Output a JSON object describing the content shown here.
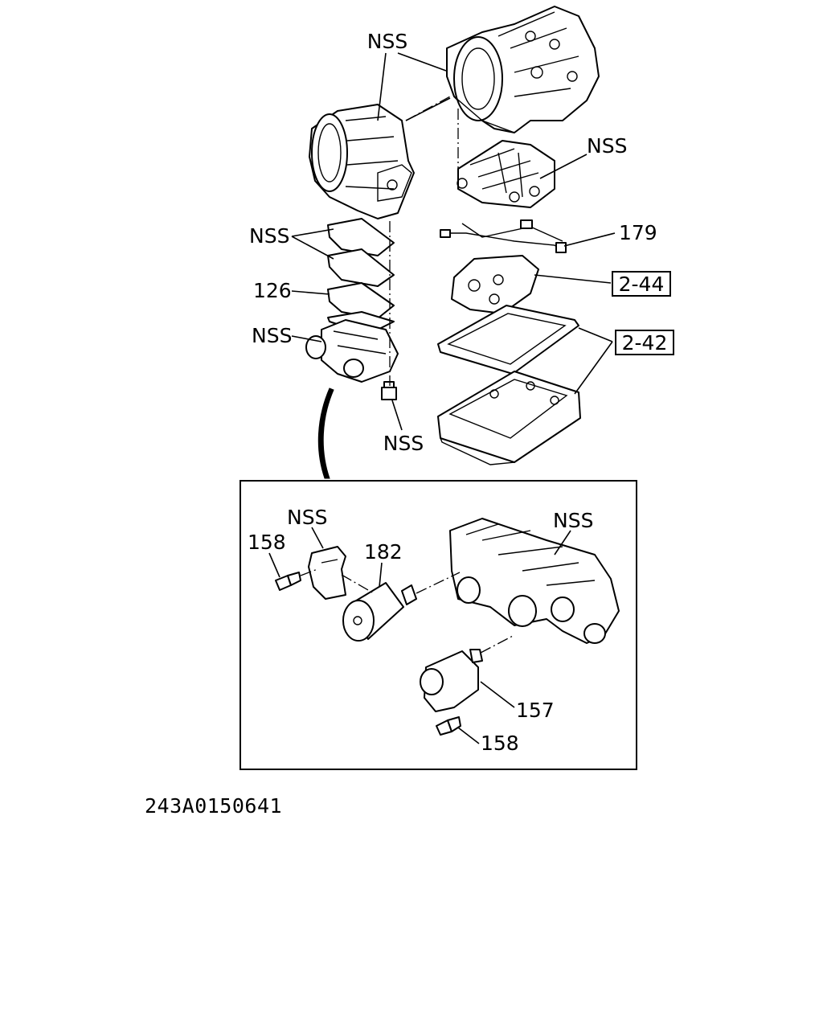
{
  "labels": {
    "case_top": "NSS",
    "valve_body_upper": "NSS",
    "plates_group": "NSS",
    "harness": "179",
    "gasket": "126",
    "filter_ref": "2-44",
    "pan_ref": "2-42",
    "valve_body_lower": "NSS",
    "bolt_lower": "NSS",
    "detail_bracket": "NSS",
    "detail_body": "NSS",
    "detail_bolt_top": "158",
    "detail_solenoid_top": "182",
    "detail_solenoid_bottom": "157",
    "detail_bolt_bottom": "158"
  },
  "drawing_code": "243A0150641"
}
